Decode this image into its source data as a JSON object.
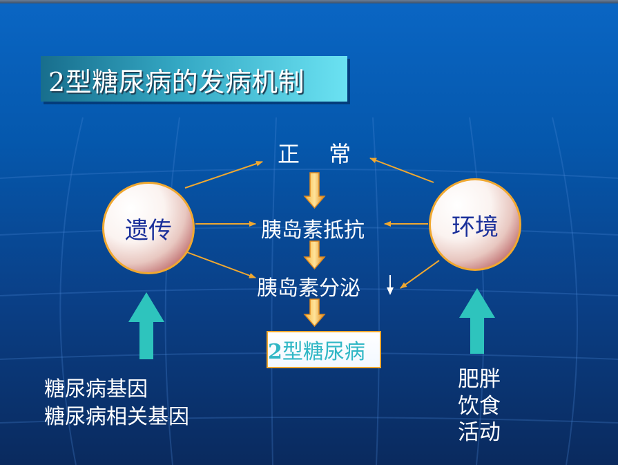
{
  "slide": {
    "title": "2型糖尿病的发病机制",
    "factors": {
      "genetic": "遗传",
      "environment": "环境"
    },
    "nodes": {
      "normal": "正　 常",
      "insulin_resistance": "胰岛素抵抗",
      "insulin_secretion": "胰岛素分泌",
      "t2dm_number": "2",
      "t2dm_text": "型糖尿病"
    },
    "genetic_factors": [
      "糖尿病基因",
      "糖尿病相关基因"
    ],
    "environmental_factors": [
      "肥胖",
      "饮食",
      "活动"
    ]
  },
  "colors": {
    "background_top": "#0a66c4",
    "background_bottom": "#0a2a5e",
    "accent_orange": "#f0a830",
    "teal_arrow": "#2ec4bd",
    "circle_text": "#1a2f9a",
    "t2dm_text": "#30b7c5"
  }
}
